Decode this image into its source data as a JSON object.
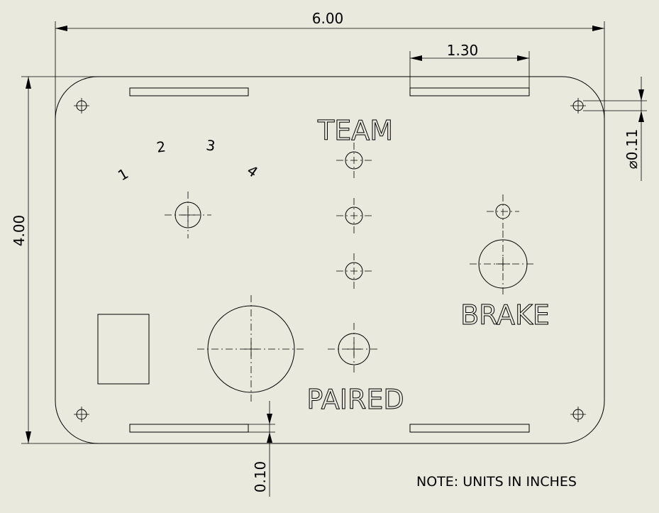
{
  "dimensions": {
    "width": "6.00",
    "height": "4.00",
    "slot_length": "1.30",
    "hole_diameter": "⌀0.11",
    "slot_offset": "0.10"
  },
  "labels": {
    "team": "TEAM",
    "brake": "BRAKE",
    "paired": "PAIRED",
    "pos1": "1",
    "pos2": "2",
    "pos3": "3",
    "pos4": "4"
  },
  "note": "NOTE: UNITS IN INCHES"
}
